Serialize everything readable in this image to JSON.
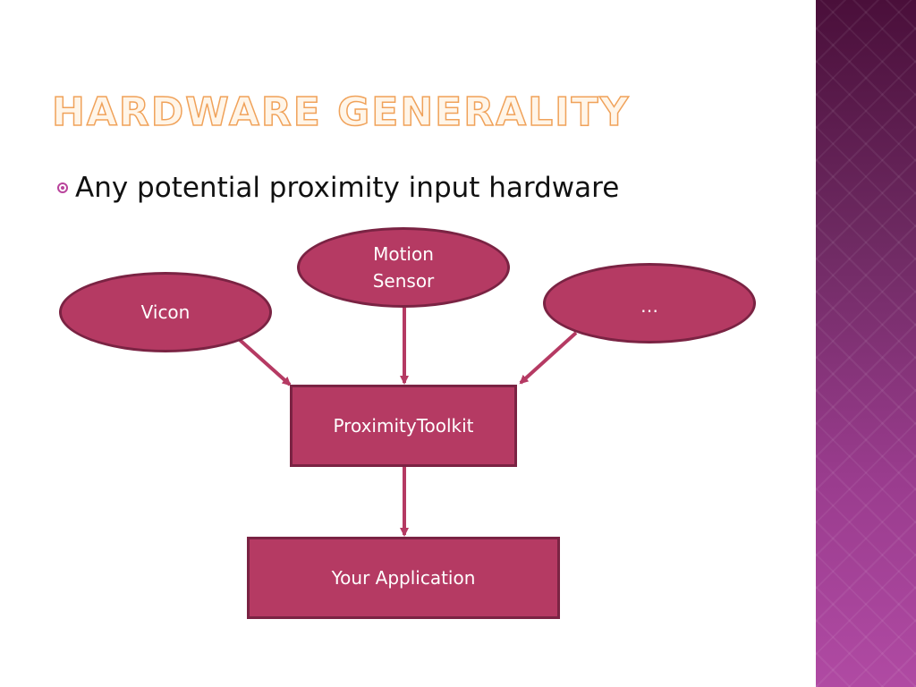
{
  "slide": {
    "title": "Hardware Generality",
    "bullet": "Any potential proximity input hardware"
  },
  "diagram": {
    "nodes": {
      "vicon": "Vicon",
      "motion_sensor": "Motion\nSensor",
      "more": "…",
      "toolkit": "ProximityToolkit",
      "application": "Your Application"
    },
    "edges": [
      {
        "from": "vicon",
        "to": "toolkit"
      },
      {
        "from": "motion_sensor",
        "to": "toolkit"
      },
      {
        "from": "more",
        "to": "toolkit"
      },
      {
        "from": "toolkit",
        "to": "application"
      }
    ]
  },
  "colors": {
    "node_fill": "#b53a63",
    "node_border": "#7a2343",
    "arrow": "#b53a63",
    "title_outline": "#f0a25a",
    "accent_band": "#8a3580"
  }
}
